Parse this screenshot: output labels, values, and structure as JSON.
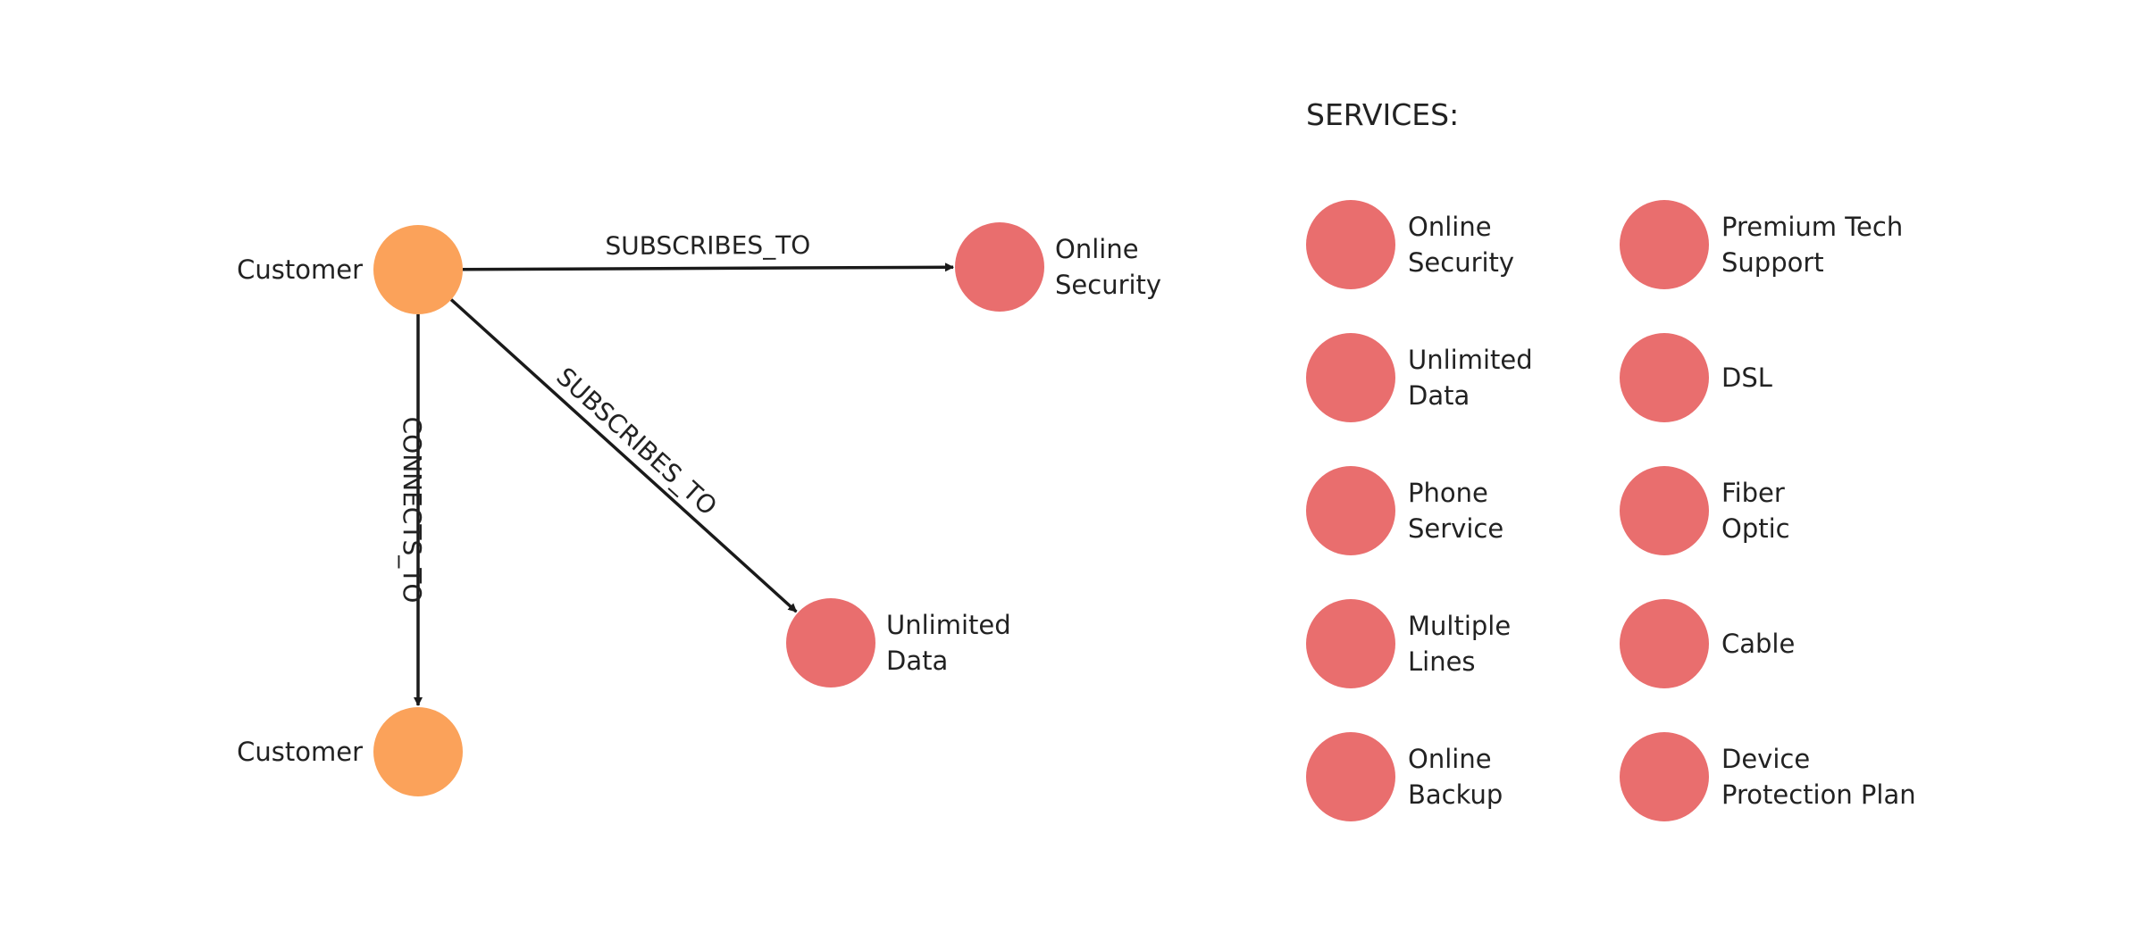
{
  "colors": {
    "customer": "#FBA25A",
    "service": "#E96E6E",
    "edge": "#1a1a1a"
  },
  "graph": {
    "nodes": [
      {
        "id": "customer-1",
        "type": "customer",
        "lines": [
          "Customer"
        ]
      },
      {
        "id": "customer-2",
        "type": "customer",
        "lines": [
          "Customer"
        ]
      },
      {
        "id": "online-security",
        "type": "service",
        "lines": [
          "Online",
          "Security"
        ]
      },
      {
        "id": "unlimited-data",
        "type": "service",
        "lines": [
          "Unlimited",
          "Data"
        ]
      }
    ],
    "edges": [
      {
        "id": "edge-subscribes-online-security",
        "from": "customer-1",
        "to": "online-security",
        "label": "SUBSCRIBES_TO"
      },
      {
        "id": "edge-subscribes-unlimited-data",
        "from": "customer-1",
        "to": "unlimited-data",
        "label": "SUBSCRIBES_TO"
      },
      {
        "id": "edge-connects-customer",
        "from": "customer-1",
        "to": "customer-2",
        "label": "CONNECTS_TO"
      }
    ]
  },
  "legend": {
    "title": "SERVICES:",
    "columns": [
      [
        {
          "lines": [
            "Online",
            "Security"
          ]
        },
        {
          "lines": [
            "Unlimited",
            "Data"
          ]
        },
        {
          "lines": [
            "Phone",
            "Service"
          ]
        },
        {
          "lines": [
            "Multiple",
            "Lines"
          ]
        },
        {
          "lines": [
            "Online",
            "Backup"
          ]
        }
      ],
      [
        {
          "lines": [
            "Premium Tech",
            "Support"
          ]
        },
        {
          "lines": [
            "DSL"
          ]
        },
        {
          "lines": [
            "Fiber",
            "Optic"
          ]
        },
        {
          "lines": [
            "Cable"
          ]
        },
        {
          "lines": [
            "Device",
            "Protection Plan"
          ]
        }
      ]
    ]
  }
}
